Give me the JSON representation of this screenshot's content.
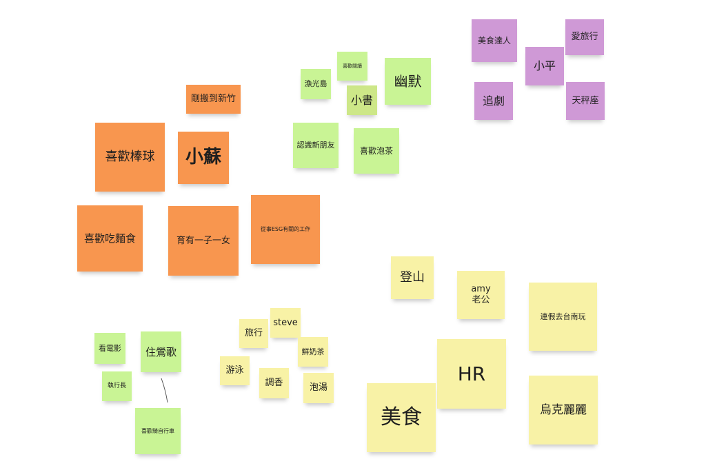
{
  "board": {
    "colors": {
      "orange": "#f8964f",
      "green": "#c9f495",
      "lime": "#cde788",
      "purple": "#cf99d6",
      "yellow": "#f8f2a6"
    },
    "notes": [
      {
        "id": "xiaosu",
        "text": "小蘇",
        "color": "orange"
      },
      {
        "id": "moved-hsinchu",
        "text": "剛搬到新竹",
        "color": "orange"
      },
      {
        "id": "baseball",
        "text": "喜歡棒球",
        "color": "orange"
      },
      {
        "id": "noodles",
        "text": "喜歡吃麵食",
        "color": "orange"
      },
      {
        "id": "kids",
        "text": "育有一子一女",
        "color": "orange"
      },
      {
        "id": "esg",
        "text": "從事ESG有關的工作",
        "color": "orange"
      },
      {
        "id": "xiaoshu",
        "text": "小書",
        "color": "lime"
      },
      {
        "id": "reading",
        "text": "喜歡閱讀",
        "color": "green"
      },
      {
        "id": "yuguang",
        "text": "漁光島",
        "color": "green"
      },
      {
        "id": "humor",
        "text": "幽默",
        "color": "green"
      },
      {
        "id": "friends",
        "text": "認識新朋友",
        "color": "green"
      },
      {
        "id": "tea",
        "text": "喜歡泡茶",
        "color": "green"
      },
      {
        "id": "foodie",
        "text": "美食達人",
        "color": "purple"
      },
      {
        "id": "travel-love",
        "text": "愛旅行",
        "color": "purple"
      },
      {
        "id": "xiaoping",
        "text": "小平",
        "color": "purple"
      },
      {
        "id": "drama",
        "text": "追劇",
        "color": "purple"
      },
      {
        "id": "libra",
        "text": "天秤座",
        "color": "purple"
      },
      {
        "id": "movies",
        "text": "看電影",
        "color": "green"
      },
      {
        "id": "warbler",
        "text": "住鶯歌",
        "color": "green"
      },
      {
        "id": "ceo",
        "text": "執行長",
        "color": "green"
      },
      {
        "id": "cycling",
        "text": "喜歡騎自行車",
        "color": "green"
      },
      {
        "id": "steve",
        "text": "steve",
        "color": "yellow"
      },
      {
        "id": "travel",
        "text": "旅行",
        "color": "yellow"
      },
      {
        "id": "milk-tea",
        "text": "鮮奶茶",
        "color": "yellow"
      },
      {
        "id": "swim",
        "text": "游泳",
        "color": "yellow"
      },
      {
        "id": "perfume",
        "text": "調香",
        "color": "yellow"
      },
      {
        "id": "hot-spring",
        "text": "泡湯",
        "color": "yellow"
      },
      {
        "id": "hiking",
        "text": "登山",
        "color": "yellow"
      },
      {
        "id": "amy",
        "text": "amy\n老公",
        "color": "yellow"
      },
      {
        "id": "tainan",
        "text": "連假去台南玩",
        "color": "yellow"
      },
      {
        "id": "hr",
        "text": "HR",
        "color": "yellow"
      },
      {
        "id": "food",
        "text": "美食",
        "color": "yellow"
      },
      {
        "id": "ukulele",
        "text": "烏克麗麗",
        "color": "yellow"
      }
    ]
  }
}
